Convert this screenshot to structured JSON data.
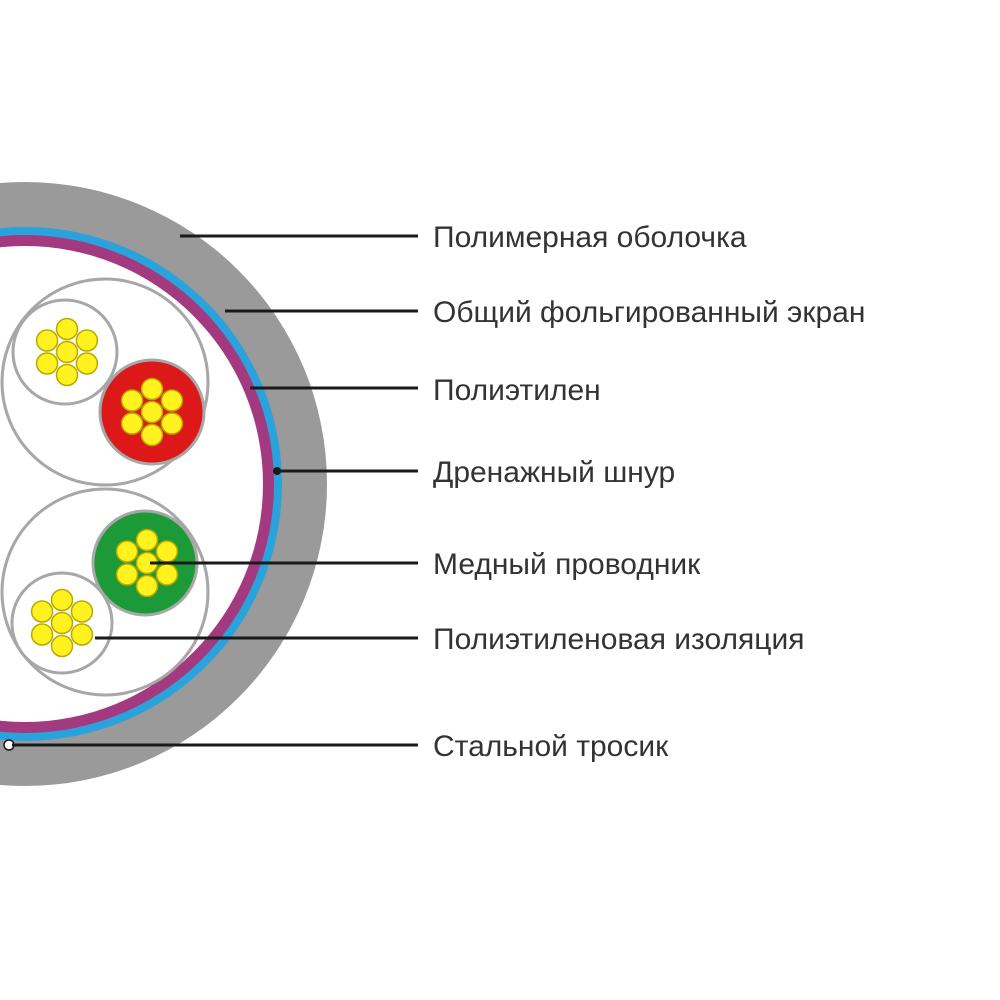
{
  "colors": {
    "sheath": "#9a9a9a",
    "foil_screen": "#2aa3dc",
    "polyethylene": "#a3397f",
    "inner_fill": "#ffffff",
    "pair_outline": "#a7a7a7",
    "conductor": "#fff21e",
    "conductor_outline": "#b9a800",
    "insulation_red": "#dd1818",
    "insulation_green": "#1d9a38",
    "leader_line": "#1a1a1a"
  },
  "labels": [
    "Полимерная оболочка",
    "Общий фольгированный экран",
    "Полиэтилен",
    "Дренажный шнур",
    "Медный проводник",
    "Полиэтиленовая изоляция",
    "Стальной тросик"
  ]
}
